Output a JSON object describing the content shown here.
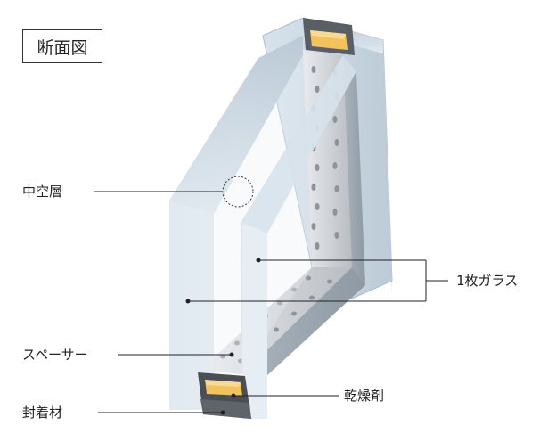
{
  "title": "断面図",
  "labels": {
    "air_layer": "中空層",
    "glass": "1枚ガラス",
    "spacer": "スペーサー",
    "sealant": "封着材",
    "desiccant": "乾燥剤"
  },
  "colors": {
    "glass_front": "#dbe6ef",
    "glass_edge": "#b8c7d3",
    "spacer": "#c9ccd0",
    "desiccant": "#f2c35c",
    "sealant": "#4b4e55",
    "leader_line": "#222222"
  }
}
